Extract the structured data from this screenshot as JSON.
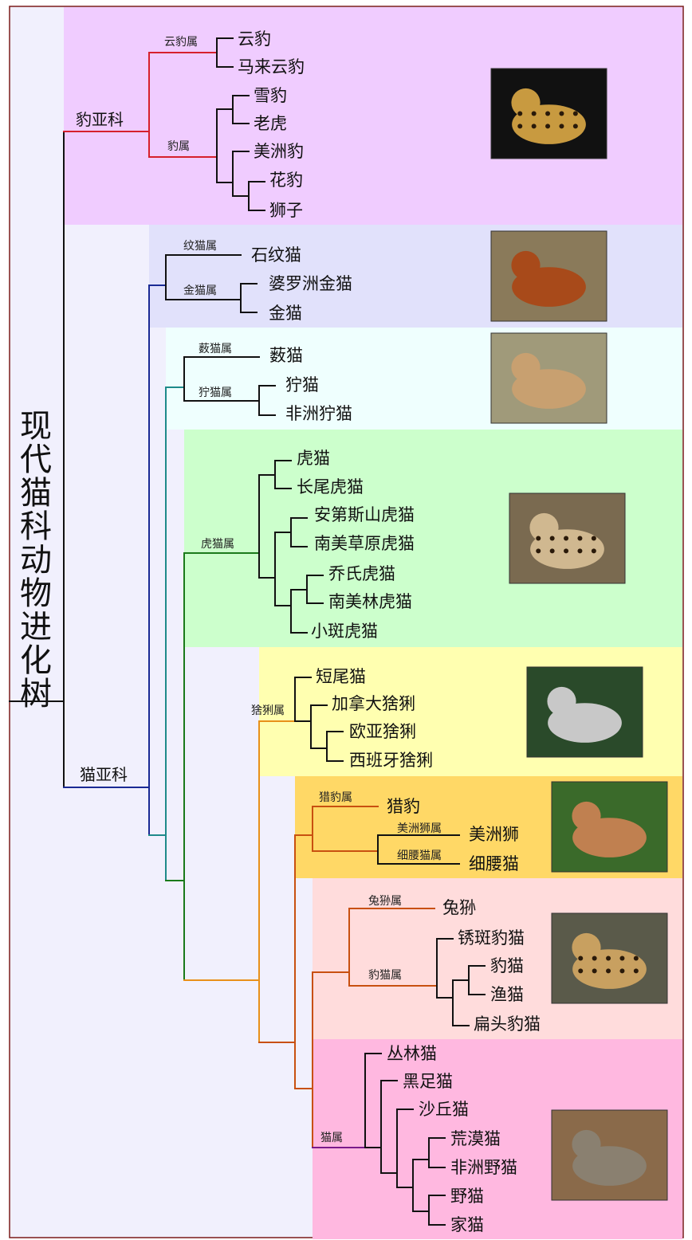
{
  "title": "现代猫科动物进化树",
  "subfamilies": [
    {
      "id": "pantherinae",
      "label": "豹亚科",
      "color": "#d6202c"
    },
    {
      "id": "felinae",
      "label": "猫亚科",
      "color": "#1a2a94"
    }
  ],
  "clades": [
    {
      "id": "pantherinae",
      "bg": "#f0ccff",
      "photo": "leopard-photo",
      "genera": [
        {
          "id": "g-clouded",
          "label": "云豹属",
          "color": "#d6202c",
          "species": [
            "云豹",
            "马来云豹"
          ]
        },
        {
          "id": "g-panthera",
          "label": "豹属",
          "color": "#d6202c",
          "species": [
            "雪豹",
            "老虎",
            "美洲豹",
            "花豹",
            "狮子"
          ]
        }
      ]
    },
    {
      "id": "bay-cat",
      "bg": "#e1e1fb",
      "photo": "bay-cat-photo",
      "genera": [
        {
          "id": "g-pardofelis",
          "label": "纹猫属",
          "color": "#1a2a94",
          "species": [
            "石纹猫"
          ]
        },
        {
          "id": "g-catopuma",
          "label": "金猫属",
          "color": "#1a2a94",
          "species": [
            "婆罗洲金猫",
            "金猫"
          ]
        }
      ]
    },
    {
      "id": "caracal",
      "bg": "#effffe",
      "photo": "caracal-photo",
      "genera": [
        {
          "id": "g-leptailurus",
          "label": "薮猫属",
          "color": "#1e8a8a",
          "species": [
            "薮猫"
          ]
        },
        {
          "id": "g-caracal",
          "label": "狞猫属",
          "color": "#1e8a8a",
          "species": [
            "狞猫",
            "非洲狞猫"
          ]
        }
      ]
    },
    {
      "id": "ocelot",
      "bg": "#ccffcc",
      "photo": "ocelot-photo",
      "genera": [
        {
          "id": "g-leopardus",
          "label": "虎猫属",
          "color": "#1a7a1a",
          "species": [
            "虎猫",
            "长尾虎猫",
            "安第斯山虎猫",
            "南美草原虎猫",
            "乔氏虎猫",
            "南美林虎猫",
            "小斑虎猫"
          ]
        }
      ]
    },
    {
      "id": "lynx",
      "bg": "#ffffb0",
      "photo": "lynx-photo",
      "genera": [
        {
          "id": "g-lynx",
          "label": "猞猁属",
          "color": "#e8901a",
          "species": [
            "短尾猫",
            "加拿大猞猁",
            "欧亚猞猁",
            "西班牙猞猁"
          ]
        }
      ]
    },
    {
      "id": "puma",
      "bg": "#ffd866",
      "photo": "puma-photo",
      "genera": [
        {
          "id": "g-acinonyx",
          "label": "猎豹属",
          "color": "#c85010",
          "species": [
            "猎豹"
          ]
        },
        {
          "id": "g-puma",
          "label": "美洲狮属",
          "color": "#111111",
          "species": [
            "美洲狮"
          ]
        },
        {
          "id": "g-herpailurus",
          "label": "细腰猫属",
          "color": "#111111",
          "species": [
            "细腰猫"
          ]
        }
      ]
    },
    {
      "id": "leopard-cat",
      "bg": "#ffdcdc",
      "photo": "leopard-cat-photo",
      "genera": [
        {
          "id": "g-otocolobus",
          "label": "兔狲属",
          "color": "#a83a2a",
          "species": [
            "兔狲"
          ]
        },
        {
          "id": "g-prionailurus",
          "label": "豹猫属",
          "color": "#a83a2a",
          "species": [
            "锈斑豹猫",
            "豹猫",
            "渔猫",
            "扁头豹猫"
          ]
        }
      ]
    },
    {
      "id": "domestic",
      "bg": "#ffb8e0",
      "photo": "wildcat-photo",
      "genera": [
        {
          "id": "g-felis",
          "label": "猫属",
          "color": "#7a1a8a",
          "species": [
            "丛林猫",
            "黑足猫",
            "沙丘猫",
            "荒漠猫",
            "非洲野猫",
            "野猫",
            "家猫"
          ]
        }
      ]
    }
  ],
  "lineage_colors": {
    "root": "#111111",
    "pantherinae": "#d6202c",
    "felinae": "#1a2a94",
    "bay_cat_split": "#1a2a94",
    "caracal_split": "#1e8a8a",
    "ocelot_split": "#1a7a1a",
    "lynx_split": "#e8901a",
    "puma_split": "#c85010",
    "leopard_cat_split": "#c85010",
    "felis_split": "#7a1a8a"
  }
}
